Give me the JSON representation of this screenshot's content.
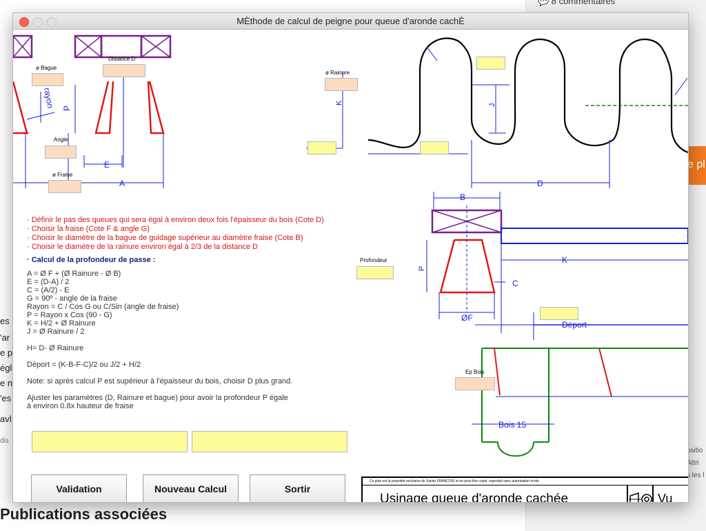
{
  "background": {
    "comments": "💬 8 commentaires",
    "section_title": "Publications associées",
    "orange_button": "e pl",
    "side_left": [
      "es",
      "'ar",
      "e p",
      "égl",
      "e n",
      "'es",
      "avl",
      "dis"
    ],
    "side_right": [
      "ositio",
      "Attri",
      "s les l"
    ]
  },
  "window": {
    "title": "MÈthode de calcul de peigne pour queue d'aronde cachÈ"
  },
  "labels": {
    "bague": "ø Bague",
    "distance_d": "Distance D",
    "angle": "Angle",
    "fraise": "ø Fraise",
    "rainure": "ø Rainure",
    "profondeur": "Profondeur",
    "ep_bois": "Ep Bois"
  },
  "drawing_labels": {
    "E": "E",
    "A": "A",
    "P": "P",
    "rayon": "rayon",
    "K_left": "K",
    "J": "J",
    "D": "D",
    "B": "B",
    "K": "K",
    "C": "C",
    "F": "ØF",
    "P_right": "P",
    "deport": "Déport",
    "bois15": "Bois 15"
  },
  "notes": [
    "· Définir le pas des queues qui sera égal à environ deux fois l'épaisseur du bois (Cote D)",
    "· Choisir la fraise (Cote F & angle G)",
    "· Choisir le diamètre de la bague de guidage supérieur au diamètre fraise (Cote B)",
    "· Choisir le diamètre de la rainure environ égal à 2/3 de la distance D"
  ],
  "formulas": {
    "heading": "· Calcul de la profondeur de passe :",
    "lines": [
      "A = Ø F + (Ø Rainure - Ø B)",
      "E = (D-A) / 2",
      "C = (A/2) - E",
      "G = 90º - angle de la fraise",
      "Rayon = C / Cos G ou C/Sin (angle de fraise)",
      "P = Rayon x Cos (90 - G)",
      "K = H/2 + Ø Rainure",
      "J = Ø Rainure / 2"
    ],
    "h_line": "H= D- Ø Rainure",
    "deport_line": "Déport = (K-B-F-C)/2 ou J/2 + H/2",
    "note": "Note: si après calcul P est supérieur  à l'épaisseur du bois, choisir D plus grand.",
    "adjust_1": "Ajuster les paramètres (D, Rainure et bague) pour avoir la profondeur P égale",
    "adjust_2": "à environ 0.8x hauteur de fraise"
  },
  "buttons": {
    "validation": "Validation",
    "nouveau": "Nouveau Calcul",
    "sortir": "Sortir"
  },
  "cartouche": {
    "small": "Ce plan est la propriété exclusive de Xavier FRANCOIS et ne peut être copié, reproduit sans autorisation écrite",
    "title": "Usinage queue d'aronde cachée",
    "version": "Vu"
  },
  "colors": {
    "blue": "#1520d8",
    "red": "#e01818",
    "purple": "#7a1f8e",
    "green": "#0a8a0a"
  }
}
